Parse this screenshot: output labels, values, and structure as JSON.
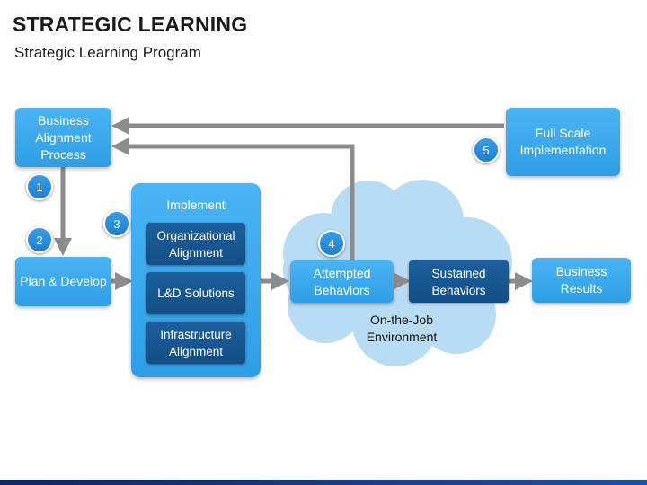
{
  "title": "STRATEGIC LEARNING",
  "subtitle": "Strategic Learning Program",
  "nodes": {
    "business_alignment": "Business Alignment Process",
    "plan_develop": "Plan & Develop",
    "implement": "Implement",
    "organizational_alignment": "Organizational Alignment",
    "ld_solutions": "L&D Solutions",
    "infrastructure_alignment": "Infrastructure Alignment",
    "attempted_behaviors": "Attempted Behaviors",
    "sustained_behaviors": "Sustained Behaviors",
    "business_results": "Business Results",
    "full_scale": "Full Scale Implementation"
  },
  "environment_label": "On-the-Job Environment",
  "badges": [
    "1",
    "2",
    "3",
    "4",
    "5"
  ],
  "colors": {
    "light_box": "#3aa9ee",
    "dark_box": "#134e86",
    "cloud": "#b8dcf4",
    "arrow": "#8c8c8c",
    "badge": "#2a8bd8"
  }
}
